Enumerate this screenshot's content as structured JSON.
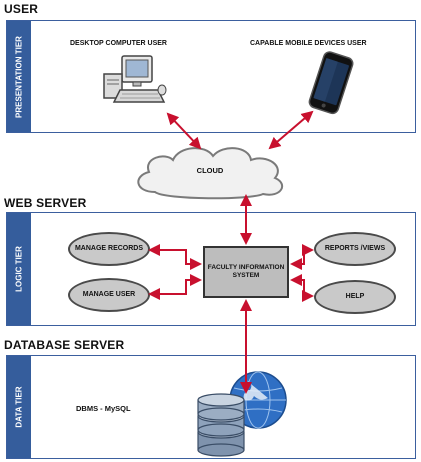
{
  "sections": {
    "user": "USER",
    "web_server": "WEB SERVER",
    "database_server": "DATABASE SERVER"
  },
  "tiers": {
    "presentation": "PRESENTATION TIER",
    "logic": "LOGIC TIER",
    "data": "DATA TIER"
  },
  "nodes": {
    "desktop_user": "DESKTOP COMPUTER USER",
    "mobile_user": "CAPABLE MOBILE DEVICES USER",
    "cloud": "CLOUD",
    "manage_records": "MANAGE RECORDS",
    "manage_user": "MANAGE USER",
    "fis": "FACULTY INFORMATION SYSTEM",
    "reports_views": "REPORTS /VIEWS",
    "help": "HELP",
    "dbms": "DBMS - MySQL"
  },
  "colors": {
    "tier_band": "#355d9c",
    "arrow": "#c8102e",
    "node_fill": "#c9c9c9"
  }
}
